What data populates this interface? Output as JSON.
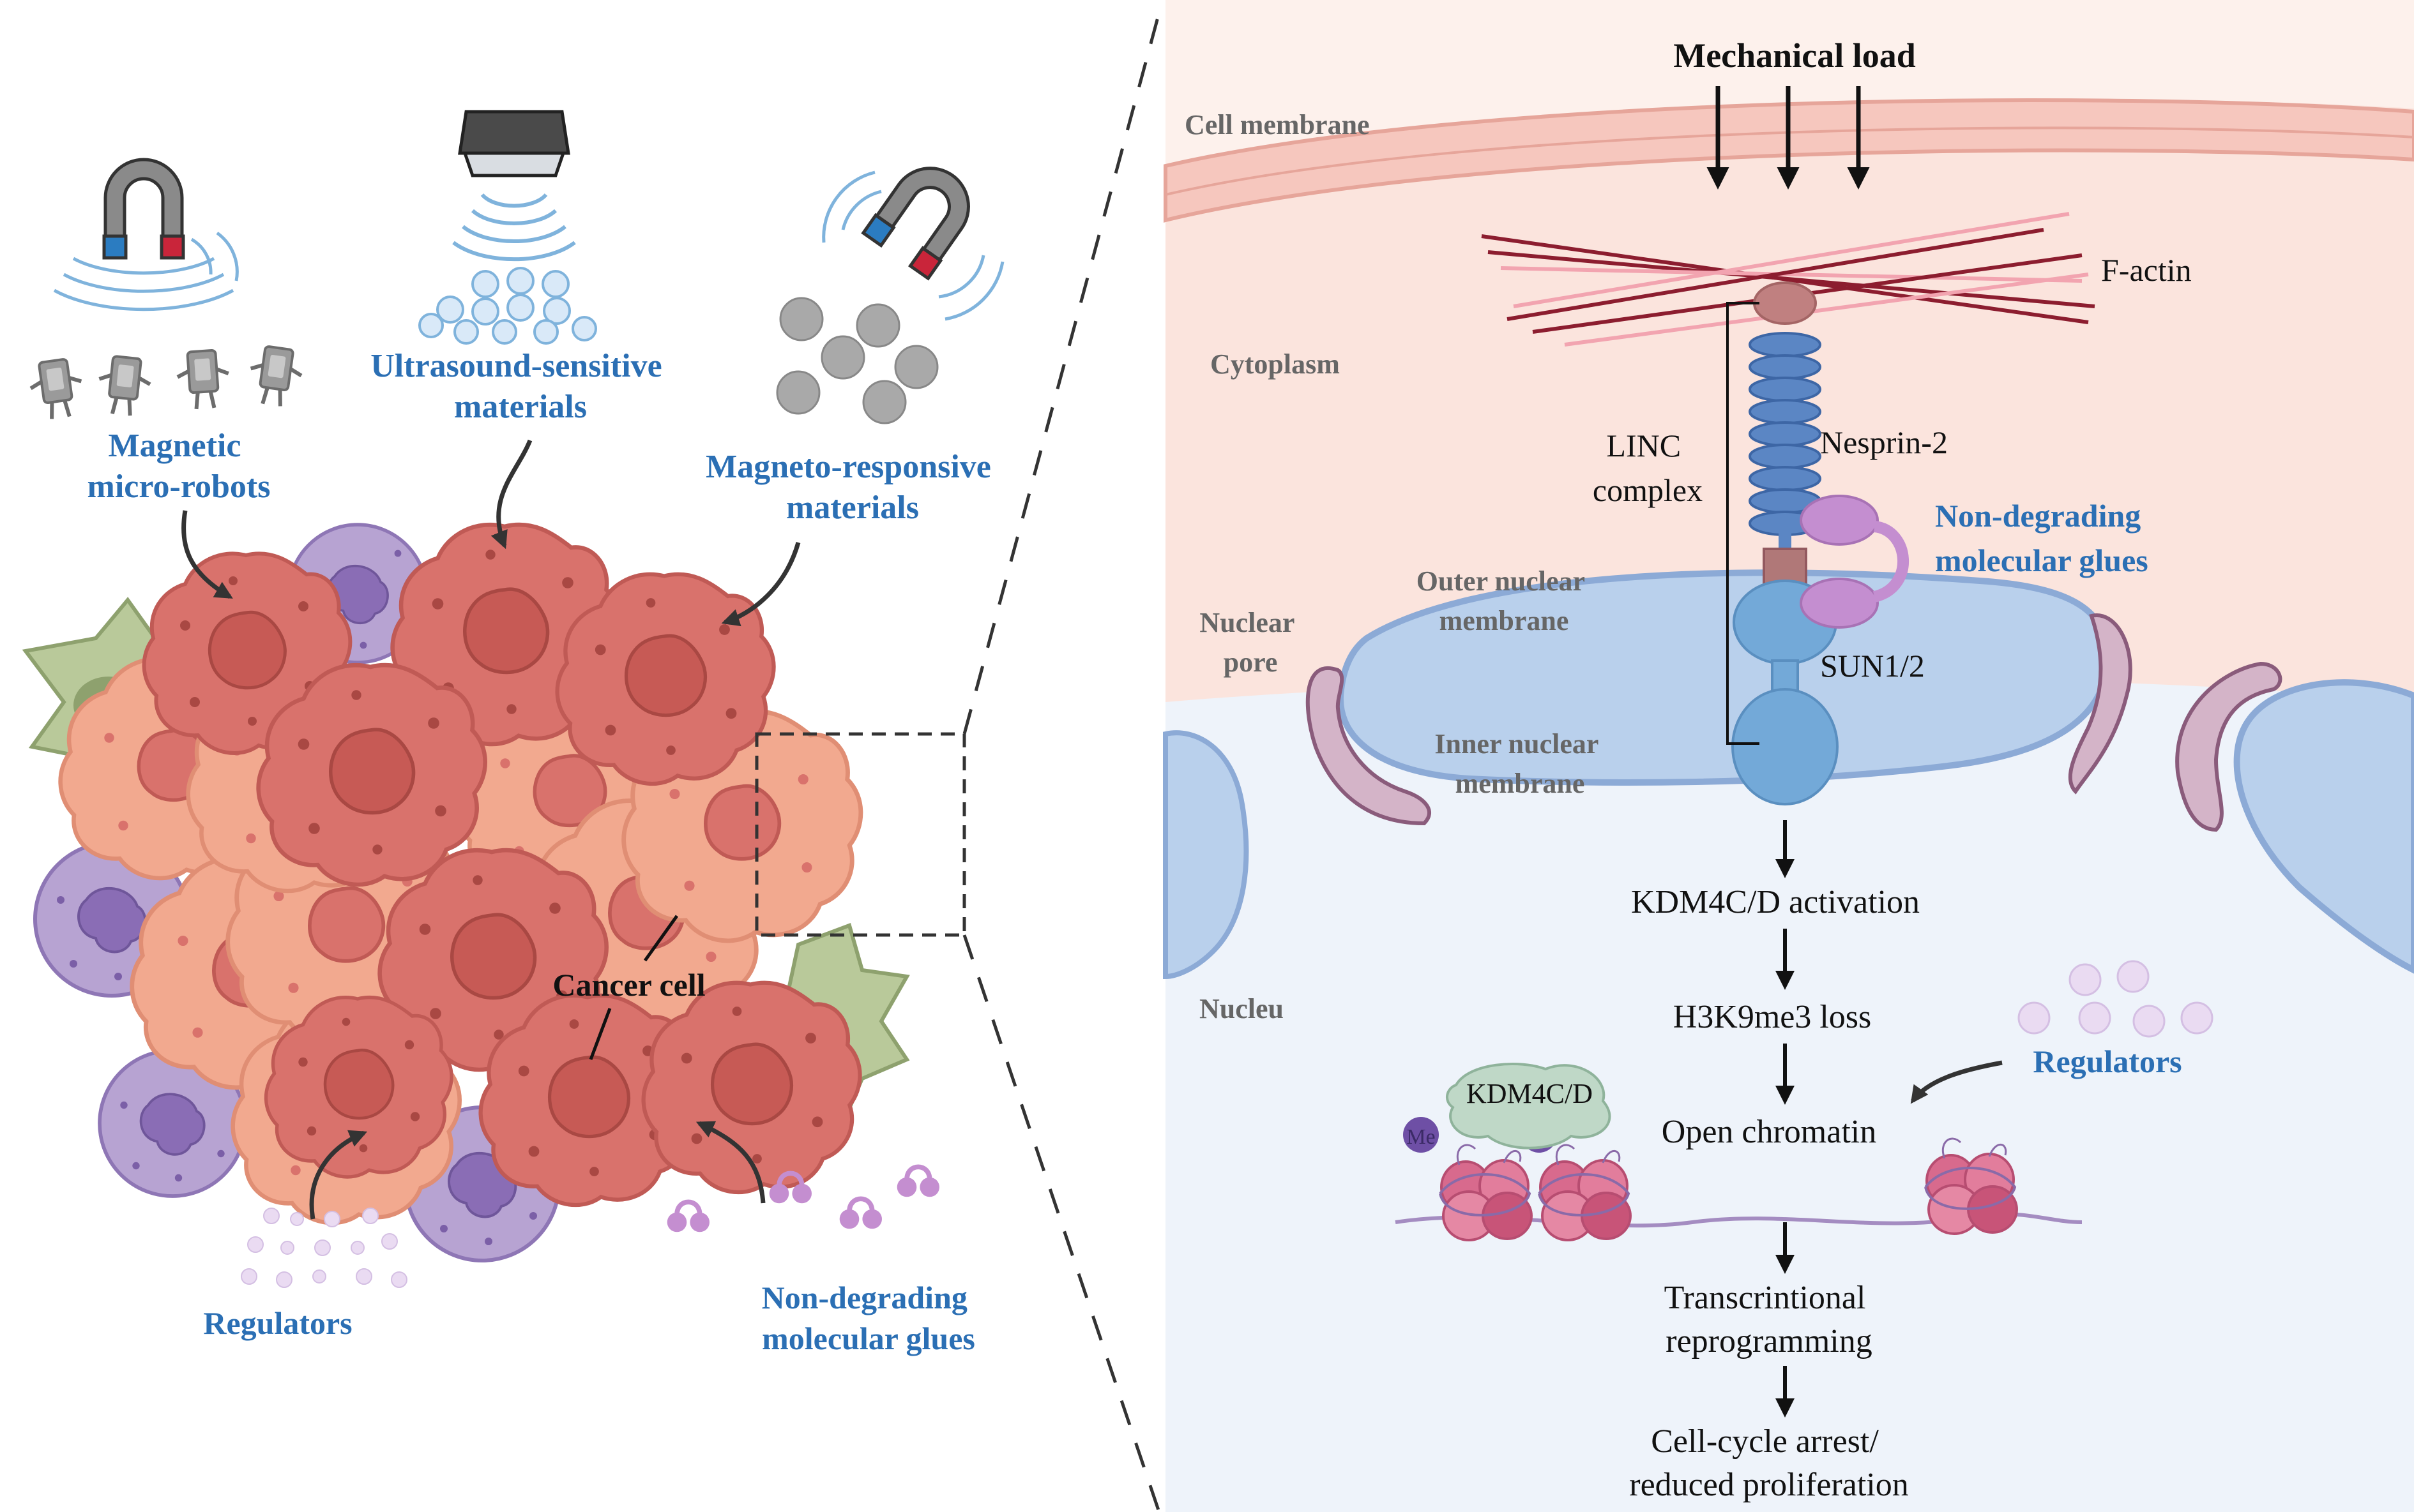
{
  "left_panel": {
    "magnetic_robots_label": [
      "Magnetic",
      "micro-robots"
    ],
    "ultrasound_label": [
      "Ultrasound-sensitive",
      "materials"
    ],
    "magneto_label": [
      "Magneto-responsive",
      "materials"
    ],
    "cancer_cell_label": "Cancer cell",
    "regulators_label": "Regulators",
    "glues_label": [
      "Non-degrading",
      "molecular glues"
    ]
  },
  "right_panel": {
    "mechanical_load": "Mechanical load",
    "cell_membrane": "Cell membrane",
    "cytoplasm": "Cytoplasm",
    "f_actin": "F-actin",
    "linc_complex": [
      "LINC",
      "complex"
    ],
    "nesprin": "Nesprin-2",
    "glues_label": [
      "Non-degrading",
      "molecular glues"
    ],
    "outer_nuclear_membrane": [
      "Outer nuclear",
      "membrane"
    ],
    "nuclear_pore": [
      "Nuclear",
      "pore"
    ],
    "sun": "SUN1/2",
    "inner_nuclear_membrane": [
      "Inner nuclear",
      "membrane"
    ],
    "nucleus": "Nucleu",
    "kdm_activation": "KDM4C/D activation",
    "h3k9_loss": "H3K9me3 loss",
    "open_chromatin": "Open chromatin",
    "kdm_enzyme": "KDM4C/D",
    "me_tag": "Me",
    "regulators_label": "Regulators",
    "transcriptional": [
      "Transcrintional",
      "reprogramming"
    ],
    "cell_cycle": [
      "Cell-cycle arrest/",
      "reduced proliferation"
    ]
  },
  "colors": {
    "label_blue": "#2b6fb4",
    "cancer_dark": "#d9726c",
    "cancer_light": "#f2a98f",
    "nucleus_fill": "#b9d0ec",
    "membrane_pink": "#f6c7be",
    "cytoplasm_bg": "#fbe4dd",
    "nucleoplasm_bg": "#eef3fa"
  }
}
